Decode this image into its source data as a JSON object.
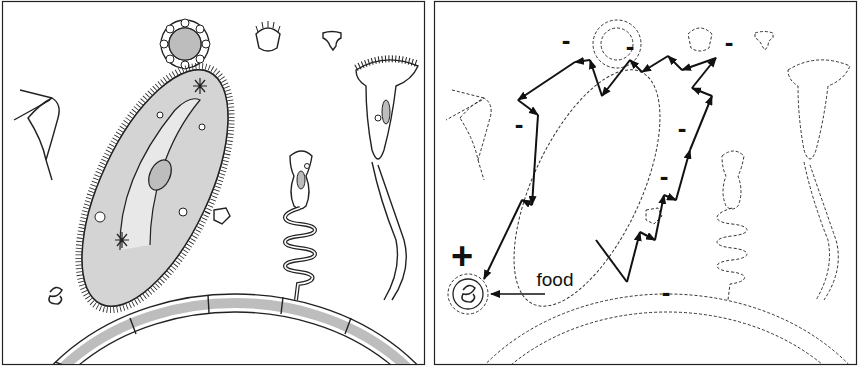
{
  "diagram": {
    "labels": [
      "-",
      "-",
      "-",
      "-",
      "-",
      "-",
      "-",
      "+",
      "food"
    ]
  }
}
